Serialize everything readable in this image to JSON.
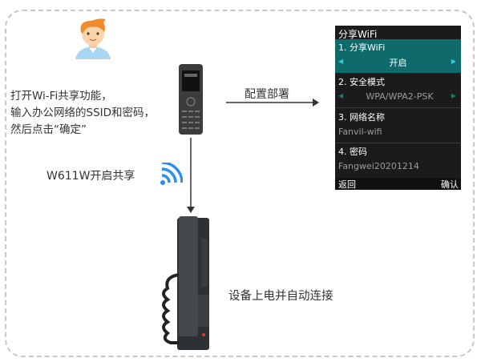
{
  "instruction": [
    "打开Wi-Fi共享功能，",
    "输入办公网络的SSID和密码，",
    "然后点击“确定”"
  ],
  "config_label": "配置部署",
  "share_label": "W611W开启共享",
  "connect_label": "设备上电并自动连接",
  "screen": {
    "title": "分享WiFi",
    "item1": "1. 分享WiFi",
    "item1_value": "开启",
    "item2": "2. 安全模式",
    "item2_value": "WPA/WPA2-PSK",
    "item3": "3. 网络名称",
    "item3_value": "Fanvil-wifi",
    "item4": "4. 密码",
    "item4_value": "Fangwei20201214",
    "back": "返回",
    "confirm": "确认"
  },
  "colors": {
    "highlight": "#0f6b6b",
    "arrow_teal": "#1fb6c0",
    "wifi": "#2a8ff0"
  }
}
